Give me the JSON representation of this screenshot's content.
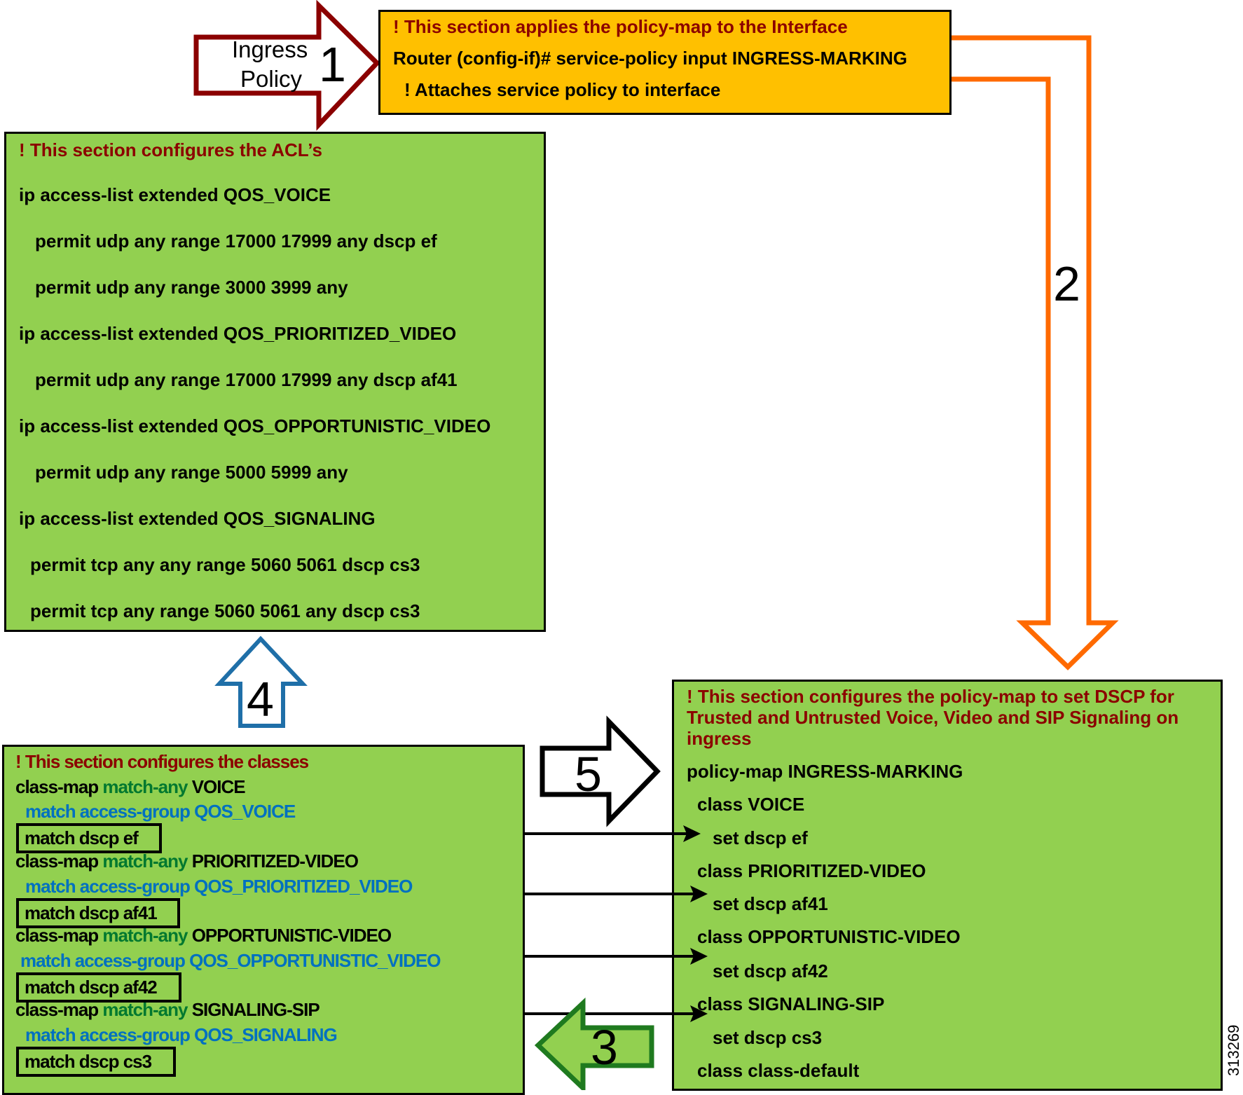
{
  "ingress": {
    "arrow_label_1": "Ingress",
    "arrow_label_2": "Policy",
    "step": "1",
    "comment": "! This section applies the policy-map to the Interface",
    "command": "Router (config-if)# service-policy input INGRESS-MARKING",
    "note": "! Attaches service policy to interface"
  },
  "acl": {
    "comment": "! This section configures the ACL’s",
    "lines": [
      "ip access-list extended QOS_VOICE",
      "permit udp any range 17000 17999 any dscp ef",
      "permit udp any range 3000 3999  any",
      "ip access-list extended QOS_PRIORITIZED_VIDEO",
      "permit udp any range 17000 17999 any dscp af41",
      "ip access-list extended QOS_OPPORTUNISTIC_VIDEO",
      "permit udp any range 5000 5999 any",
      "ip access-list extended QOS_SIGNALING",
      "permit tcp any any range 5060 5061  dscp cs3",
      "permit tcp any range 5060 5061 any  dscp cs3"
    ]
  },
  "classes": {
    "comment": "! This section configures the classes",
    "keyword": "class-map",
    "match_any": "match-any",
    "items": [
      {
        "name": "VOICE",
        "group": "match access-group QOS_VOICE",
        "dscp": "match dscp ef"
      },
      {
        "name": "PRIORITIZED-VIDEO",
        "group": "match access-group QOS_PRIORITIZED_VIDEO",
        "dscp": "match dscp af41"
      },
      {
        "name": "OPPORTUNISTIC-VIDEO",
        "group": "match access-group QOS_OPPORTUNISTIC_VIDEO",
        "dscp": "match dscp af42"
      },
      {
        "name": "SIGNALING-SIP",
        "group": "match access-group QOS_SIGNALING",
        "dscp": "match dscp cs3"
      }
    ]
  },
  "policy": {
    "comment": "! This section configures the policy-map to set DSCP for Trusted and Untrusted Voice, Video and SIP Signaling on ingress",
    "lines": [
      "policy-map INGRESS-MARKING",
      "class VOICE",
      "set dscp ef",
      "class PRIORITIZED-VIDEO",
      "set dscp af41",
      "class OPPORTUNISTIC-VIDEO",
      "set dscp af42",
      "class SIGNALING-SIP",
      "set dscp cs3",
      "class class-default"
    ]
  },
  "steps": {
    "two": "2",
    "three": "3",
    "four": "4",
    "five": "5"
  },
  "figure_id": "313269",
  "colors": {
    "orange_arrow": "#ff6a00",
    "ingress_arrow": "#8b0000",
    "up_arrow": "#1f6fa8",
    "left_arrow": "#1f7a1f",
    "box_green": "#92d050",
    "box_orange": "#ffc000"
  }
}
